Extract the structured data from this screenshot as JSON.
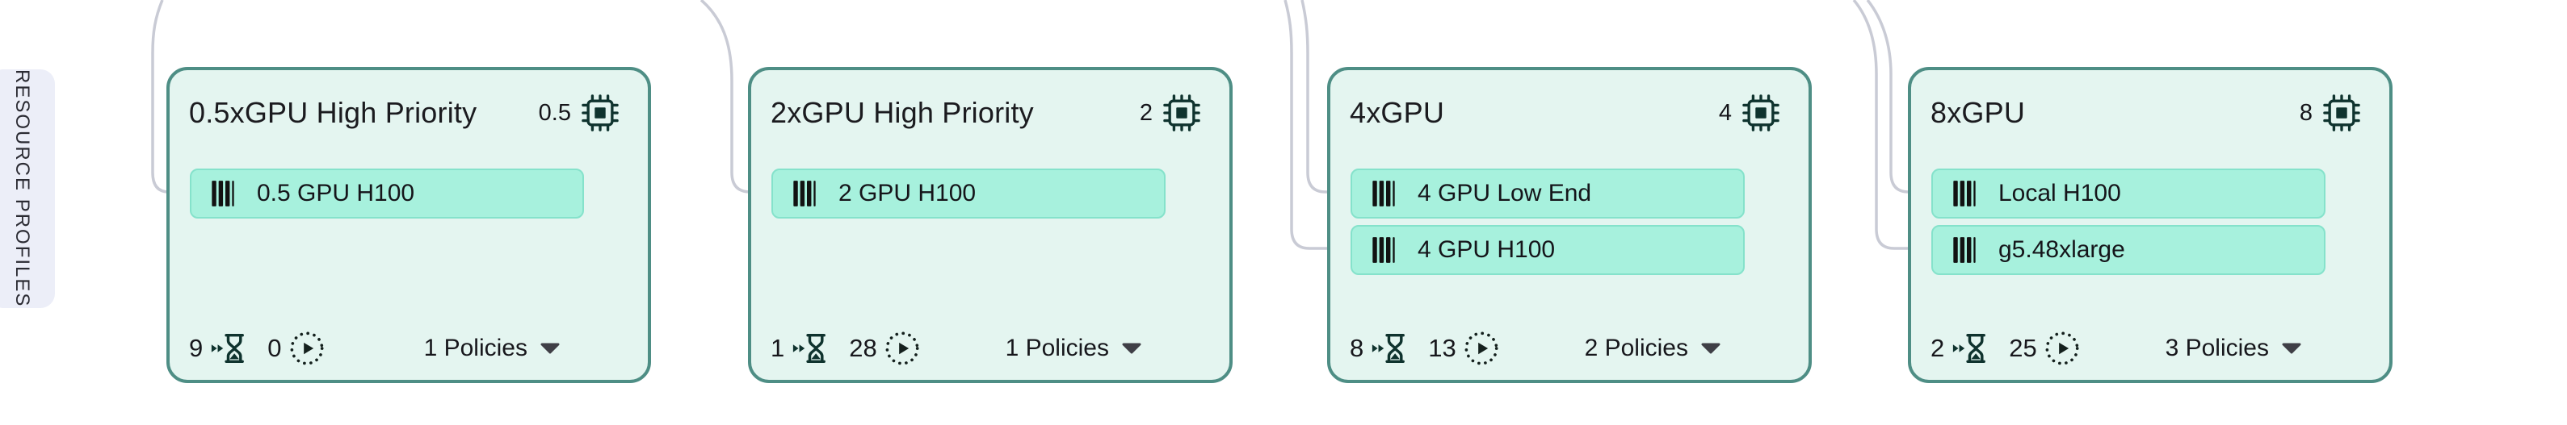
{
  "side_tab": {
    "label": "RESOURCE PROFILES"
  },
  "cards": [
    {
      "title": "0.5xGPU High Priority",
      "gpu_count": "0.5",
      "node_types": [
        "0.5 GPU H100"
      ],
      "pending": "9",
      "running": "0",
      "policies_label": "1 Policies"
    },
    {
      "title": "2xGPU High Priority",
      "gpu_count": "2",
      "node_types": [
        "2 GPU H100"
      ],
      "pending": "1",
      "running": "28",
      "policies_label": "1 Policies"
    },
    {
      "title": "4xGPU",
      "gpu_count": "4",
      "node_types": [
        "4 GPU Low End",
        "4 GPU H100"
      ],
      "pending": "8",
      "running": "13",
      "policies_label": "2 Policies"
    },
    {
      "title": "8xGPU",
      "gpu_count": "8",
      "node_types": [
        "Local H100",
        "g5.48xlarge"
      ],
      "pending": "2",
      "running": "25",
      "policies_label": "3 Policies"
    }
  ],
  "icons": {
    "gpu_count": "chip-icon",
    "node_type": "barcode-icon",
    "pending": "hourglass-arrow-icon",
    "running": "play-dotted-circle-icon",
    "policies": "caret-down-icon"
  },
  "colors": {
    "card_bg": "#E4F5F0",
    "card_border": "#4E8E85",
    "tag_bg": "#A7F1DD",
    "tag_border": "#85E2CB",
    "icon_dark": "#0F332E",
    "edge": "#C9CBD5",
    "tab_bg": "#ECEEF8",
    "text": "#1B1B1F"
  }
}
